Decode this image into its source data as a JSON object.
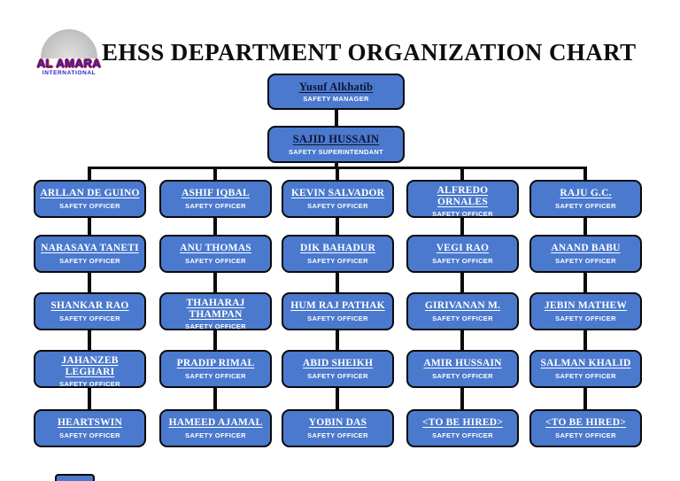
{
  "logo": {
    "name_line": "AL AMARA",
    "sub_line": "INTERNATIONAL"
  },
  "title": "EHSS DEPARTMENT ORGANIZATION CHART",
  "org": {
    "manager": {
      "name": "Yusuf Alkhatib",
      "role": "SAFETY MANAGER"
    },
    "superintendent": {
      "name": "SAJID HUSSAIN",
      "role": "SAFETY SUPERINTENDANT"
    },
    "columns": [
      {
        "boxes": [
          {
            "name": "ARLLAN DE GUINO",
            "role": "SAFETY OFFICER"
          },
          {
            "name": "NARASAYA TANETI",
            "role": "SAFETY OFFICER"
          },
          {
            "name": "SHANKAR RAO",
            "role": "SAFETY OFFICER"
          },
          {
            "name": "JAHANZEB\nLEGHARI",
            "role": "SAFETY OFFICER",
            "clip": true
          },
          {
            "name": "HEARTSWIN",
            "role": "SAFETY OFFICER"
          }
        ]
      },
      {
        "boxes": [
          {
            "name": "ASHIF IQBAL",
            "role": "SAFETY OFFICER"
          },
          {
            "name": "ANU THOMAS",
            "role": "SAFETY OFFICER"
          },
          {
            "name": "THAHARAJ\nTHAMPAN",
            "role": "SAFETY OFFICER",
            "clip": true
          },
          {
            "name": "PRADIP RIMAL",
            "role": "SAFETY OFFICER"
          },
          {
            "name": "HAMEED AJAMAL",
            "role": "SAFETY OFFICER"
          }
        ]
      },
      {
        "boxes": [
          {
            "name": "KEVIN SALVADOR",
            "role": "SAFETY OFFICER"
          },
          {
            "name": "DIK BAHADUR",
            "role": "SAFETY OFFICER"
          },
          {
            "name": "HUM RAJ PATHAK",
            "role": "SAFETY OFFICER"
          },
          {
            "name": "ABID SHEIKH",
            "role": "SAFETY OFFICER"
          },
          {
            "name": "YOBIN DAS",
            "role": "SAFETY OFFICER"
          }
        ]
      },
      {
        "boxes": [
          {
            "name": "ALFREDO\nORNALES",
            "role": "SAFETY OFFICER",
            "clip": true
          },
          {
            "name": "VEGI RAO",
            "role": "SAFETY OFFICER"
          },
          {
            "name": "GIRIVANAN M.",
            "role": "SAFETY OFFICER"
          },
          {
            "name": "AMIR HUSSAIN",
            "role": "SAFETY OFFICER"
          },
          {
            "name": "<TO BE HIRED>",
            "role": "SAFETY OFFICER"
          }
        ]
      },
      {
        "boxes": [
          {
            "name": "RAJU G.C.",
            "role": "SAFETY OFFICER"
          },
          {
            "name": "ANAND BABU",
            "role": "SAFETY OFFICER"
          },
          {
            "name": "JEBIN MATHEW",
            "role": "SAFETY OFFICER"
          },
          {
            "name": "SALMAN KHALID",
            "role": "SAFETY OFFICER"
          },
          {
            "name": "<TO BE HIRED>",
            "role": "SAFETY OFFICER"
          }
        ]
      }
    ]
  },
  "colors": {
    "box_fill": "#4a79ce",
    "box_border": "#0a0a0a",
    "name_text": "#ffffff",
    "top_name_text": "#131330",
    "role_text": "#ffffff",
    "line": "#0b0b0b",
    "title_text": "#0d0d0d",
    "logo_blue": "#2323c8",
    "logo_red": "#cc2020"
  }
}
